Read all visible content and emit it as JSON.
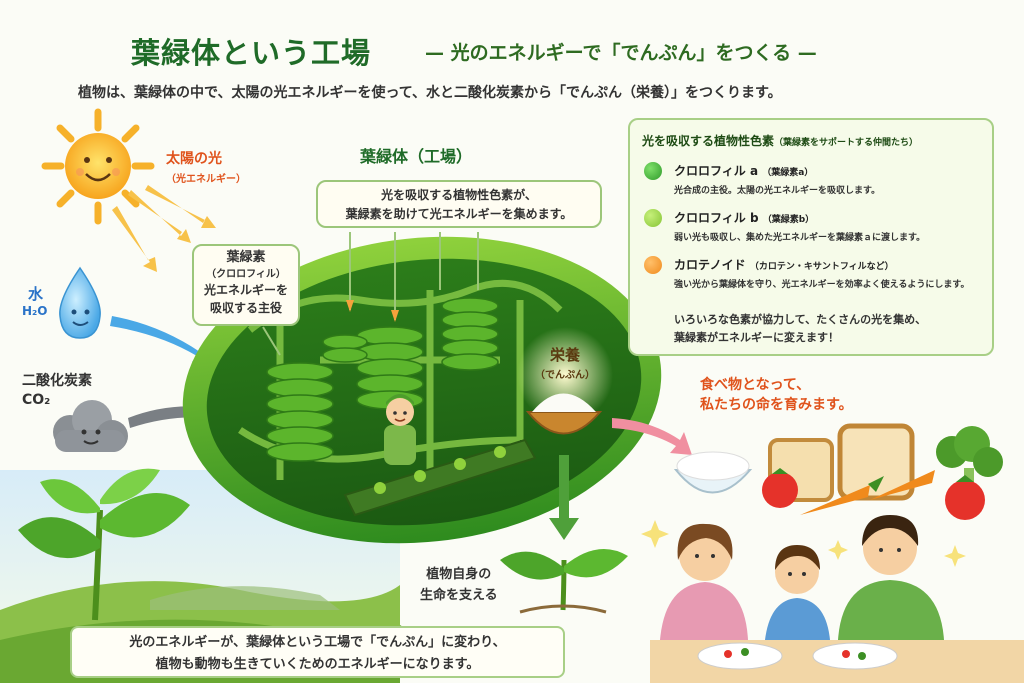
{
  "header": {
    "title": "葉緑体という工場",
    "subtitle": "— 光のエネルギーで「でんぷん」をつくる —",
    "lead": "植物は、葉緑体の中で、太陽の光エネルギーを使って、水と二酸化炭素から「でんぷん（栄養）」をつくります。"
  },
  "inputs": {
    "sun_label": "太陽の光",
    "sun_sub": "（光エネルギー）",
    "water_label": "水",
    "water_formula": "H₂O",
    "co2_label": "二酸化炭素",
    "co2_formula": "CO₂"
  },
  "chloroplast": {
    "label": "葉緑体（工場）",
    "pigment_note_line1": "光を吸収する植物性色素が、",
    "pigment_note_line2": "葉緑素を助けて光エネルギーを集めます。",
    "chlorophyll_box_title": "葉緑素",
    "chlorophyll_box_sub": "（クロロフィル）",
    "chlorophyll_box_line1": "光エネルギーを",
    "chlorophyll_box_line2": "吸収する主役",
    "product_label": "栄養",
    "product_sub": "（でんぷん）"
  },
  "panel": {
    "heading": "光を吸収する植物性色素",
    "heading_sub": "（葉緑素をサポートする仲間たち）",
    "pigments": [
      {
        "name": "クロロフィル a",
        "sub": "（葉緑素a）",
        "desc": "光合成の主役。太陽の光エネルギーを吸収します。",
        "color": "#2f9a2a"
      },
      {
        "name": "クロロフィル b",
        "sub": "（葉緑素b）",
        "desc": "弱い光も吸収し、集めた光エネルギーを葉緑素ａに渡します。",
        "color": "#86c435"
      },
      {
        "name": "カロテノイド",
        "sub": "（カロテン・キサントフィルなど）",
        "desc": "強い光から葉緑体を守り、光エネルギーを効率よく使えるようにします。",
        "color": "#f08a1c"
      }
    ],
    "note_line1": "いろいろな色素が協力して、たくさんの光を集め、",
    "note_line2": "葉緑素がエネルギーに変えます！"
  },
  "outputs": {
    "food_line1": "食べ物となって、",
    "food_line2": "私たちの命を育みます。",
    "plant_line1": "植物自身の",
    "plant_line2": "生命を支える"
  },
  "footer": {
    "line1": "光のエネルギーが、葉緑体という工場で「でんぷん」に変わり、",
    "line2": "植物も動物も生きていくためのエネルギーになります。"
  },
  "colors": {
    "accent_green": "#1f6b28",
    "sun_label": "#e0531c",
    "water_label": "#2a73c8",
    "food_label": "#e0531c"
  }
}
